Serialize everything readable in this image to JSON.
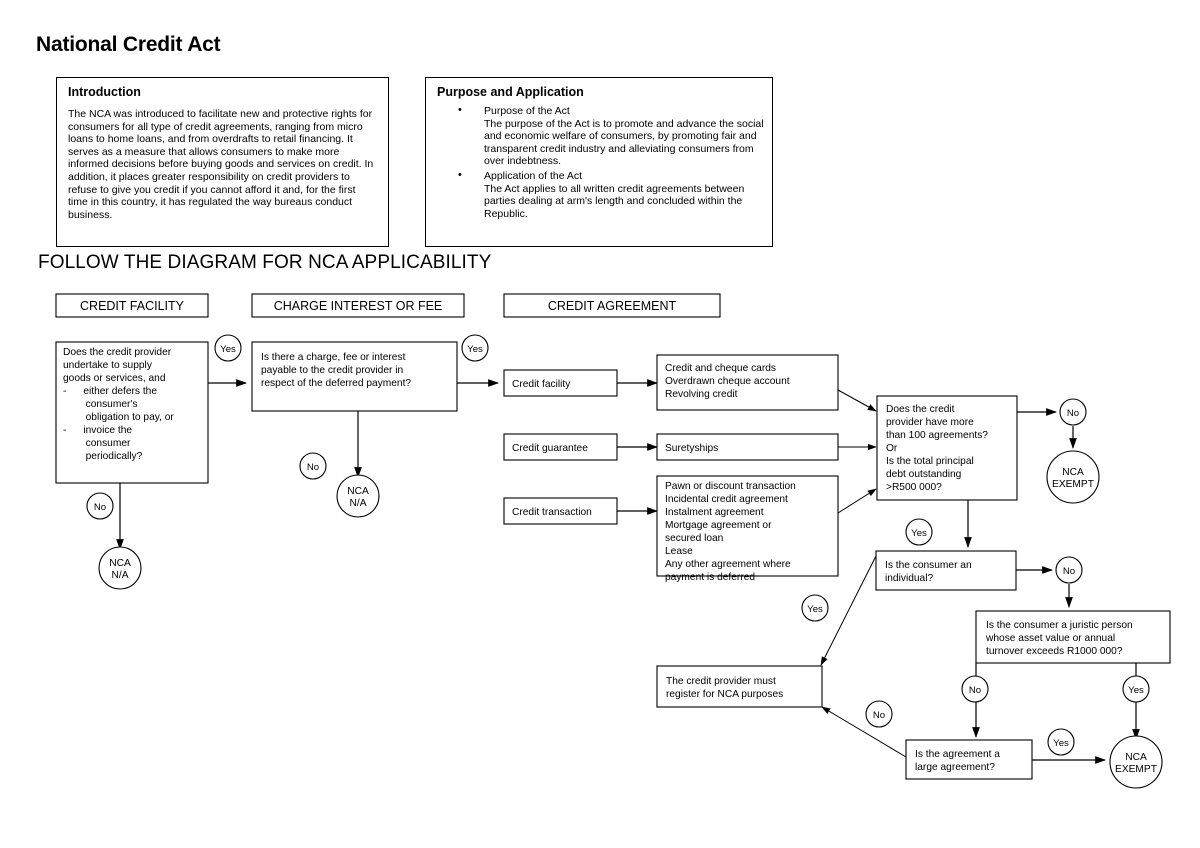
{
  "document": {
    "title": "National Credit Act",
    "section_heading": "FOLLOW THE DIAGRAM FOR NCA APPLICABILITY"
  },
  "intro_panel": {
    "heading": "Introduction",
    "body": "The NCA was introduced to facilitate new and protective rights for consumers for all type of credit agreements, ranging from micro loans to home loans, and from overdrafts to retail financing. It serves as a measure that allows consumers to make more informed decisions before buying goods and services on credit. In addition, it places greater responsibility on credit providers to refuse to give you credit if you cannot afford it and, for the first time in this country, it has regulated the way bureaus conduct business."
  },
  "purpose_panel": {
    "heading": "Purpose and Application",
    "bullets": [
      {
        "title": "Purpose of the Act",
        "text": "The purpose of the Act is to promote and advance the social and economic welfare of consumers, by promoting fair and transparent credit industry and alleviating consumers from over indebtness."
      },
      {
        "title": "Application of the Act",
        "text": "The Act applies to all written credit agreements between parties dealing at arm's length and concluded within the Republic."
      }
    ]
  },
  "column_headers": [
    {
      "id": "credit-facility",
      "label": "CREDIT FACILITY"
    },
    {
      "id": "charge-interest-or-fee",
      "label": "CHARGE INTEREST OR FEE"
    },
    {
      "id": "credit-agreement",
      "label": "CREDIT AGREEMENT"
    }
  ],
  "flow": {
    "q_supply": {
      "lines": [
        "Does the credit provider",
        "undertake to supply",
        "goods or services, and",
        "-      either defers the",
        "        consumer's",
        "        obligation to pay, or",
        "-      invoice the",
        "        consumer",
        "        periodically?"
      ]
    },
    "q_charge": {
      "lines": [
        "Is there a charge, fee or interest",
        "payable to the credit provider in",
        "respect of the deferred payment?"
      ]
    },
    "type_credit_facility": {
      "label": "Credit facility"
    },
    "type_credit_guarantee": {
      "label": "Credit guarantee"
    },
    "type_credit_transaction": {
      "label": "Credit transaction"
    },
    "list_facility": {
      "lines": [
        "Credit and cheque cards",
        "Overdrawn cheque account",
        "Revolving credit"
      ]
    },
    "list_guarantee": {
      "lines": [
        "Suretyships"
      ]
    },
    "list_transaction": {
      "lines": [
        "Pawn or discount transaction",
        "Incidental credit agreement",
        "Instalment agreement",
        "Mortgage agreement or",
        "secured loan",
        "Lease",
        "Any other agreement where",
        "payment is deferred"
      ]
    },
    "q_hundred": {
      "lines": [
        "Does the credit",
        "provider have more",
        "than 100 agreements?",
        "Or",
        "Is the total principal",
        "debt outstanding",
        ">R500 000?"
      ]
    },
    "q_individual": {
      "lines": [
        "Is the consumer an",
        "individual?"
      ]
    },
    "q_juristic": {
      "lines": [
        "Is the consumer a juristic person",
        "whose asset value or annual",
        "turnover exceeds R1000 000?"
      ]
    },
    "q_large": {
      "lines": [
        "Is the agreement a",
        "large agreement?"
      ]
    },
    "register": {
      "lines": [
        "The credit provider must",
        "register for NCA purposes"
      ]
    },
    "terminals": {
      "nca_na": [
        "NCA",
        "N/A"
      ],
      "nca_exempt": [
        "NCA",
        "EXEMPT"
      ]
    },
    "edge_labels": {
      "yes": "Yes",
      "no": "No"
    }
  },
  "colors": {
    "background": "#ffffff",
    "stroke": "#000000",
    "text": "#000000"
  }
}
